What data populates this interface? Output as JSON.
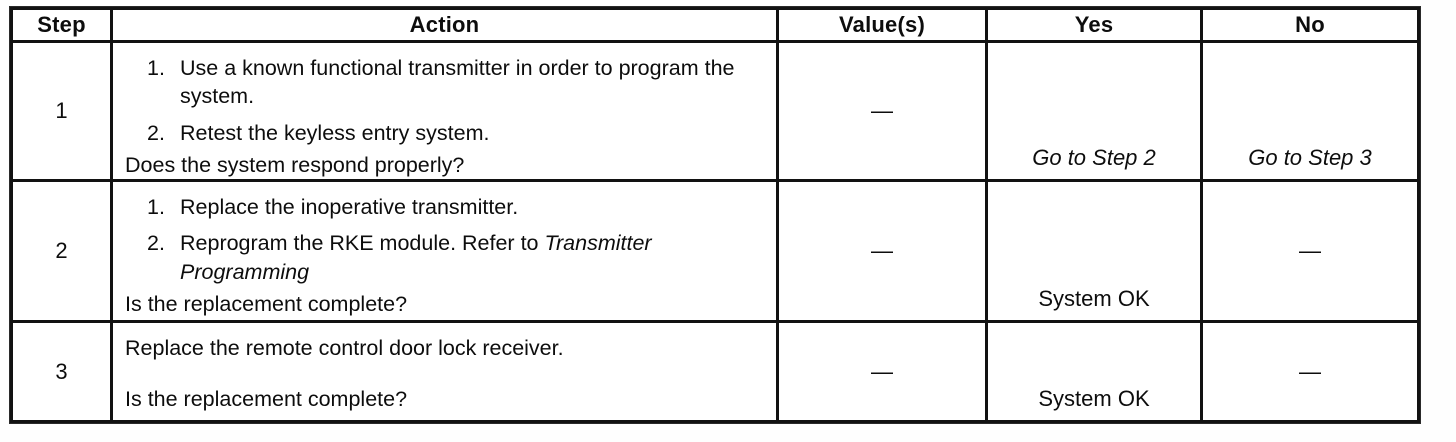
{
  "table": {
    "headers": [
      "Step",
      "Action",
      "Value(s)",
      "Yes",
      "No"
    ],
    "rows": [
      {
        "step": "1",
        "items": [
          {
            "marker": "1.",
            "text": "Use a known functional transmitter in order to program the system."
          },
          {
            "marker": "2.",
            "text": "Retest the keyless entry system."
          }
        ],
        "question": "Does the system respond properly?",
        "value": "—",
        "yes": "Go to Step 2",
        "no": "Go to Step 3"
      },
      {
        "step": "2",
        "items": [
          {
            "marker": "1.",
            "text": "Replace the inoperative transmitter."
          },
          {
            "marker": "2.",
            "text": "Reprogram the RKE module. Refer to ",
            "italic_text": "Transmitter Programming"
          }
        ],
        "question": "Is the replacement complete?",
        "value": "—",
        "yes": "System OK",
        "no": "—"
      },
      {
        "step": "3",
        "statement": "Replace the remote control door lock receiver.",
        "question": "Is the replacement complete?",
        "value": "—",
        "yes": "System OK",
        "no": "—"
      }
    ]
  }
}
